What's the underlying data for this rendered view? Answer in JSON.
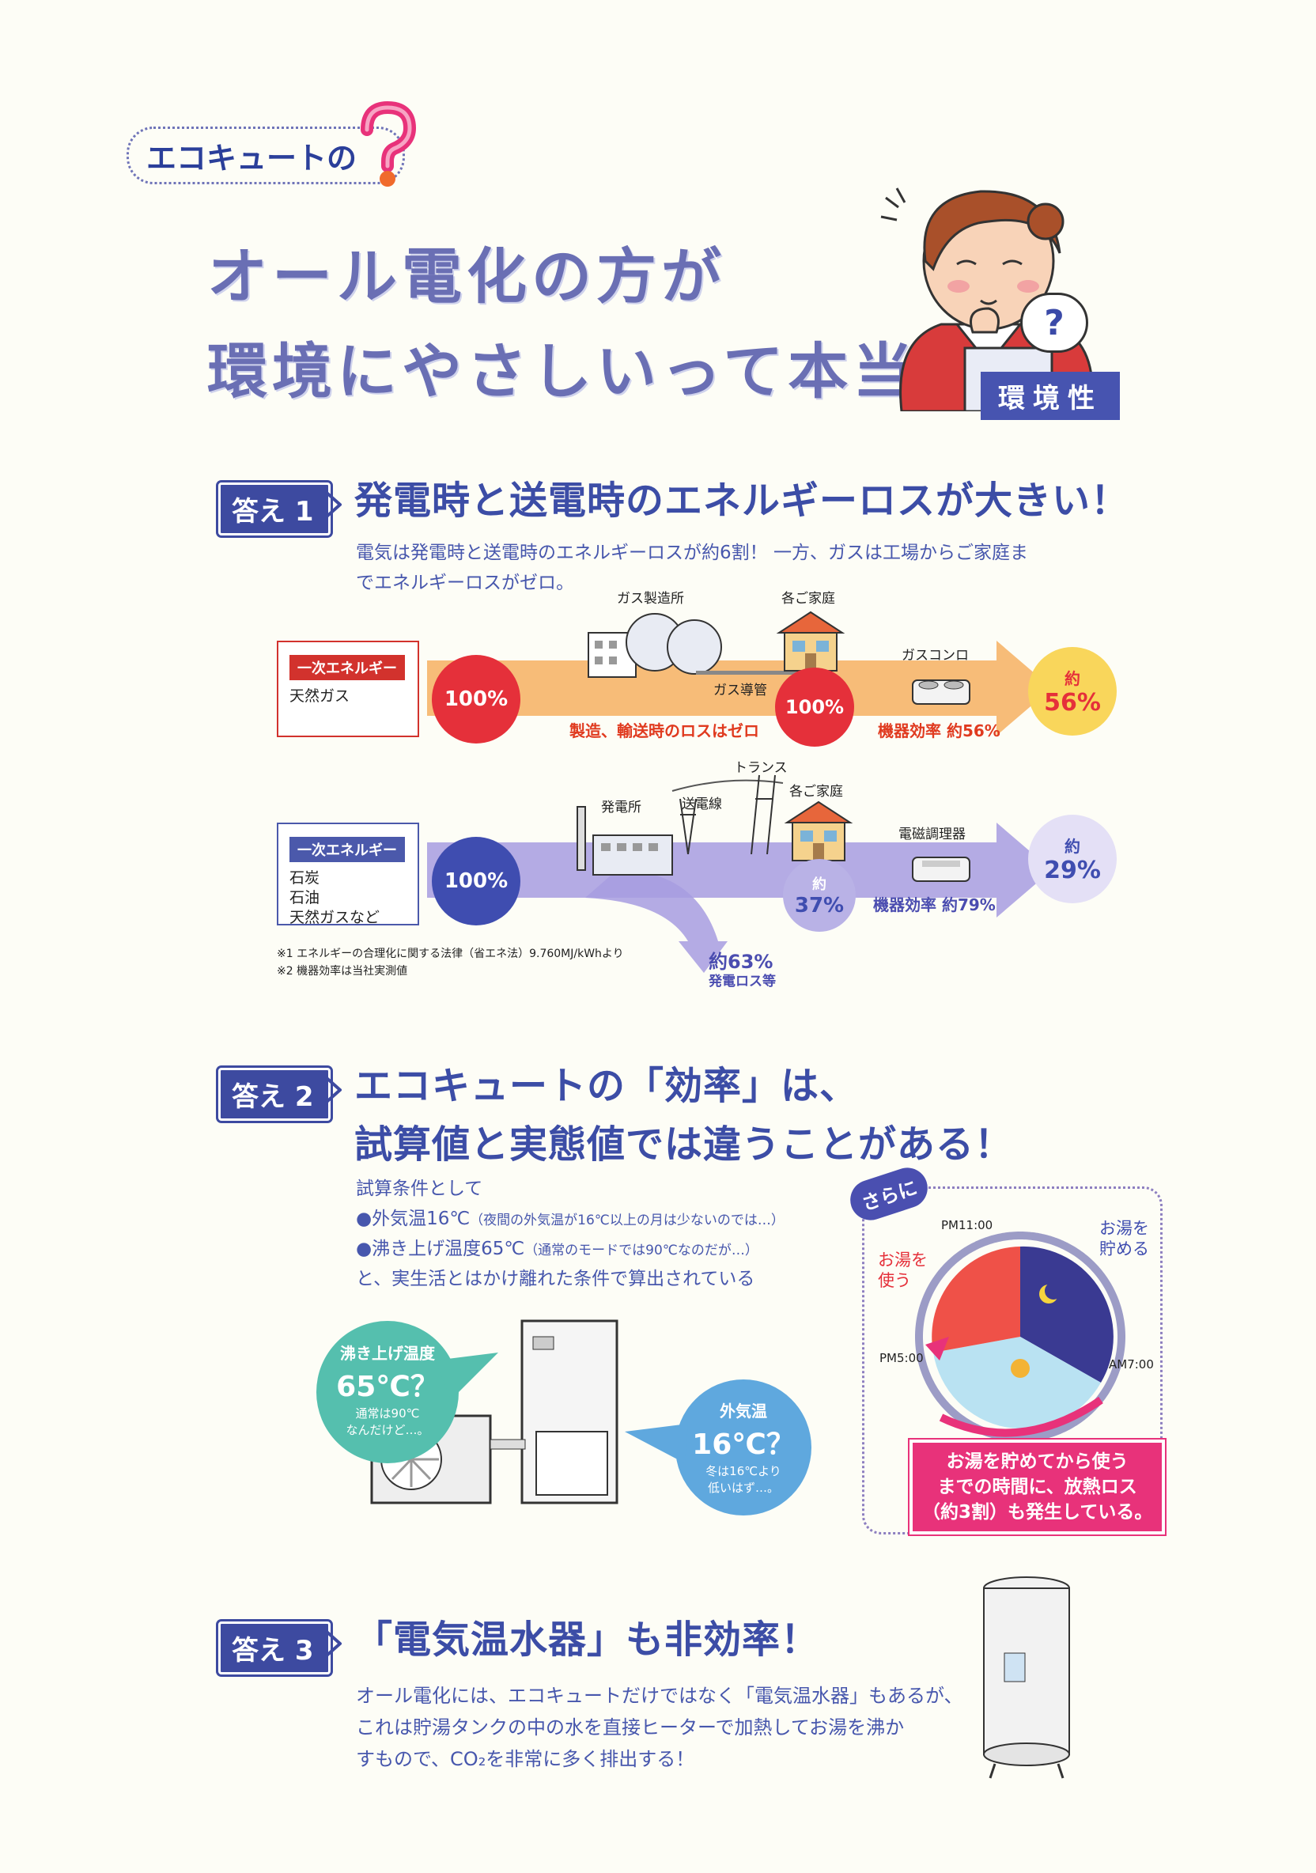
{
  "header": {
    "badge_text": "エコキュートの",
    "title_line1": "オール電化の方が",
    "title_line2": "環境にやさしいって本当？",
    "tag": "環境性",
    "speech_mark": "?"
  },
  "answer1": {
    "tag": "答え 1",
    "heading": "発電時と送電時のエネルギーロスが大きい！",
    "body_line1": "電気は発電時と送電時のエネルギーロスが約6割！ 一方、ガスは工場からご家庭ま",
    "body_line2": "でエネルギーロスがゼロ。",
    "gas": {
      "label": "一次エネルギー",
      "source": "天然ガス",
      "start_pct": "100%",
      "plant": "ガス製造所",
      "pipe": "ガス導管",
      "home": "各ご家庭",
      "home_pct": "100%",
      "device": "ガスコンロ",
      "loss_note": "製造、輸送時のロスはゼロ",
      "eff_note": "機器効率 約56%",
      "result_prefix": "約",
      "result": "56%"
    },
    "elec": {
      "label": "一次エネルギー",
      "sources": [
        "石炭",
        "石油",
        "天然ガスなど"
      ],
      "start_pct": "100%",
      "plant": "発電所",
      "line": "送電線",
      "trans": "トランス",
      "home": "各ご家庭",
      "home_prefix": "約",
      "home_pct": "37%",
      "device": "電磁調理器",
      "eff_note": "機器効率 約79%",
      "result_prefix": "約",
      "result": "29%",
      "loss_pct": "約63%",
      "loss_label": "発電ロス等"
    },
    "footnotes": [
      "※1 エネルギーの合理化に関する法律（省エネ法）9.760MJ/kWhより",
      "※2 機器効率は当社実測値"
    ]
  },
  "answer2": {
    "tag": "答え 2",
    "heading_line1": "エコキュートの「効率」は、",
    "heading_line2": "試算値と実態値では違うことがある！",
    "cond_title": "試算条件として",
    "cond1": "●外気温16℃",
    "cond1_note": "（夜間の外気温が16℃以上の月は少ないのでは…）",
    "cond2": "●沸き上げ温度65℃",
    "cond2_note": "（通常のモードでは90℃なのだが…）",
    "cond_summary": "と、実生活とはかけ離れた条件で算出されている",
    "bubble_left": {
      "title": "沸き上げ温度",
      "value": "65℃？",
      "note_line1": "通常は90℃",
      "note_line2": "なんだけど…。"
    },
    "bubble_right": {
      "title": "外気温",
      "value": "16℃？",
      "note_line1": "冬は16℃より",
      "note_line2": "低いはず…。"
    },
    "sarani": "さらに",
    "clock": {
      "pm11": "PM11:00",
      "pm5": "PM5:00",
      "am7": "AM7:00",
      "use_line1": "お湯を",
      "use_line2": "使う",
      "store_line1": "お湯を",
      "store_line2": "貯める"
    },
    "loss_note_line1": "お湯を貯めてから使う",
    "loss_note_line2": "までの時間に、放熱ロス",
    "loss_note_line3": "（約3割）も発生している。"
  },
  "answer3": {
    "tag": "答え 3",
    "heading": "「電気温水器」も非効率！",
    "body_line1": "オール電化には、エコキュートだけではなく「電気温水器」もあるが、",
    "body_line2": "これは貯湯タンクの中の水を直接ヒーターで加熱してお湯を沸か",
    "body_line3": "すもので、CO₂を非常に多く排出する！"
  },
  "colors": {
    "title": "#6a6fb4",
    "heading": "#3c4da6",
    "gas_arrow": "#f6b062",
    "elec_arrow": "#a79ce0",
    "red_circle": "#e5303a",
    "blue_circle": "#3f4db0",
    "pink": "#e8327a",
    "teal": "#55bfae"
  }
}
